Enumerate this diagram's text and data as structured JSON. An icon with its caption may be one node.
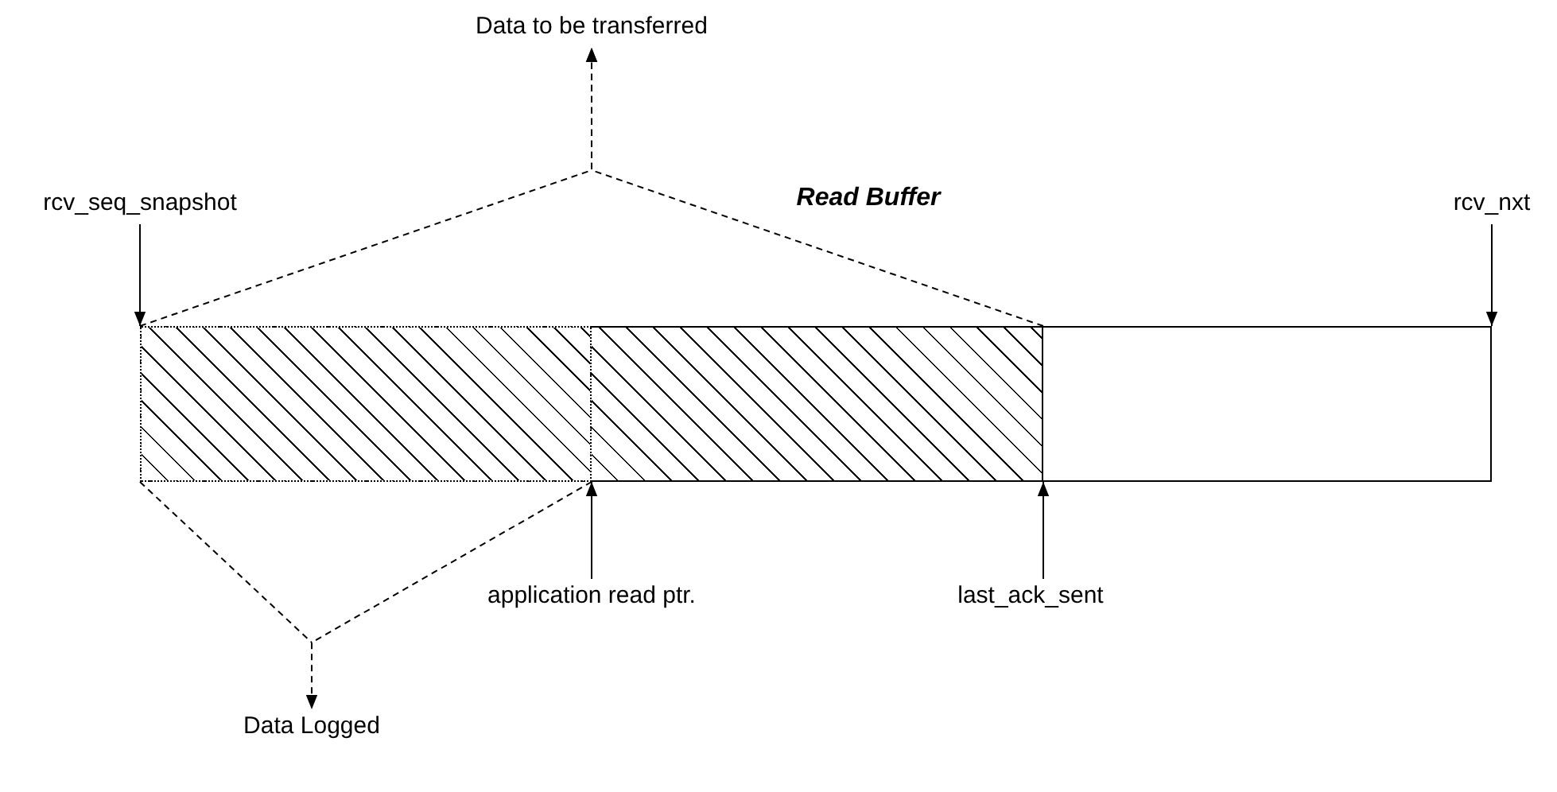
{
  "diagram": {
    "title": "Read Buffer",
    "nodes": [
      {
        "text": [
          "Data to be transferred"
        ]
      },
      {
        "text": [
          "rcv_seq_snapshot"
        ]
      },
      {
        "text": [
          "rcv_nxt"
        ]
      },
      {
        "text": [],
        "shape": "box"
      },
      {
        "text": [],
        "shape": "box"
      },
      {
        "text": [],
        "shape": "box"
      },
      {
        "text": [
          "application read ptr."
        ]
      },
      {
        "text": [
          "last_ack_sent"
        ]
      },
      {
        "text": [
          "Data Logged"
        ]
      }
    ],
    "edges": [
      {
        "from": 3,
        "to": 0,
        "arrow": "to",
        "style": "dashed"
      },
      {
        "from": 4,
        "to": 0,
        "arrow": "to",
        "style": "dashed"
      },
      {
        "from": 1,
        "to": 3,
        "arrow": "to"
      },
      {
        "from": 2,
        "to": 5,
        "arrow": "to"
      },
      {
        "from": 6,
        "to": 4,
        "arrow": "to"
      },
      {
        "from": 7,
        "to": 5,
        "arrow": "to"
      },
      {
        "from": 3,
        "to": 8,
        "arrow": "to",
        "style": "dashed"
      }
    ]
  }
}
